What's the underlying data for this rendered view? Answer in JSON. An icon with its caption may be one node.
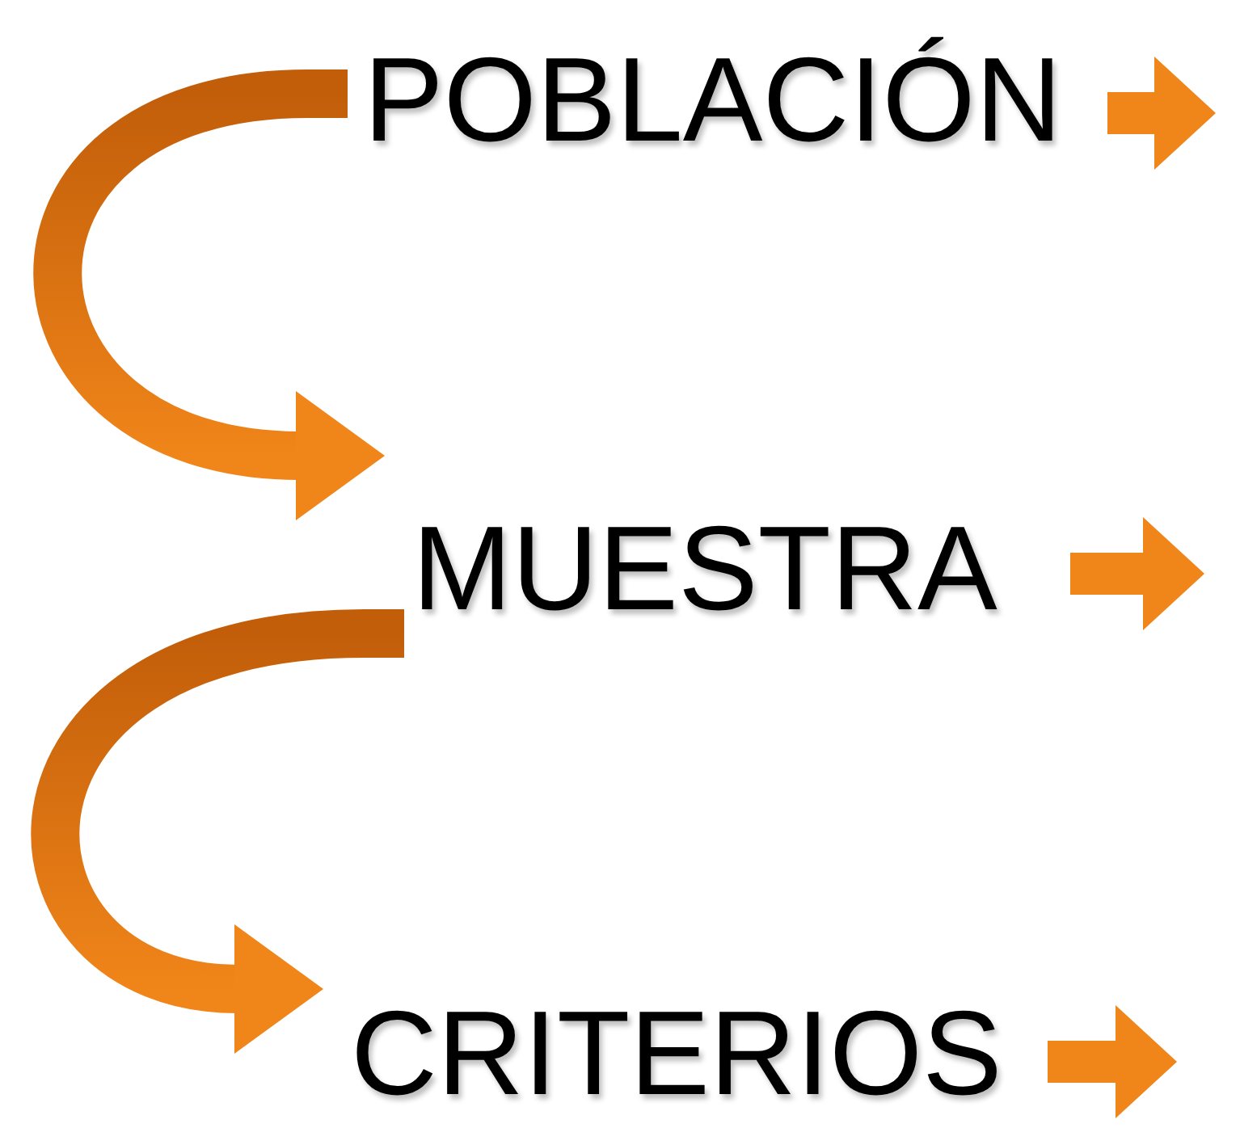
{
  "diagram": {
    "nodes": [
      {
        "text": [
          "POBLACIÓN"
        ]
      },
      {
        "text": [
          "MUESTRA"
        ]
      },
      {
        "text": [
          "CRITERIOS"
        ]
      }
    ],
    "edges": [
      {
        "from": 0,
        "to": 1,
        "arrow": "to",
        "style": "thick"
      },
      {
        "from": 1,
        "to": 2,
        "arrow": "to",
        "style": "thick"
      }
    ]
  }
}
